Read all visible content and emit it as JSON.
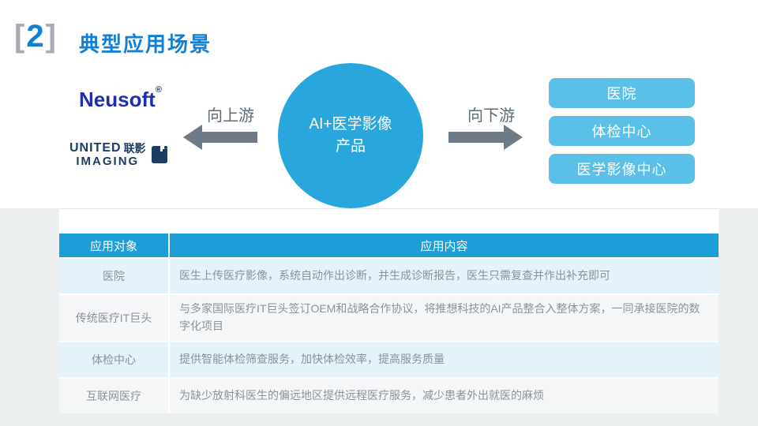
{
  "colors": {
    "title_blue": "#1080D6",
    "bracket_gray": "#A7ADB3",
    "header_blue": "#1D9ED8",
    "circle_blue": "#29A7DC",
    "button_blue": "#5AC0E8",
    "row_blue": "#E4F2FA",
    "row_gray": "#F5F6F8",
    "arrow_gray": "#6E7B87",
    "band_gray": "#EDF0F1",
    "neusoft_blue": "#1C2FAE",
    "united_navy": "#1C3D63",
    "text_gray": "#8A929A"
  },
  "header": {
    "bracket_left": "[",
    "number": "2",
    "bracket_right": "]",
    "title": "典型应用场景"
  },
  "diagram": {
    "circle": {
      "line1": "AI+医学影像",
      "line2": "产品"
    },
    "upstream_label": "向上游",
    "downstream_label": "向下游",
    "logos": {
      "neusoft": {
        "name": "Neusoft",
        "reg": "®"
      },
      "united_imaging": {
        "word1": "UNITED",
        "cn": "联影",
        "word2": "IMAGING"
      }
    },
    "downstream_buttons": [
      "医院",
      "体检中心",
      "医学影像中心"
    ]
  },
  "table": {
    "headers": [
      "应用对象",
      "应用内容"
    ],
    "rows": [
      {
        "target": "医院",
        "content": "医生上传医疗影像，系统自动作出诊断，并生成诊断报告，医生只需复查并作出补充即可"
      },
      {
        "target": "传统医疗IT巨头",
        "content": "与多家国际医疗IT巨头签订OEM和战略合作协议，将推想科技的AI产品整合入整体方案，一同承接医院的数字化项目"
      },
      {
        "target": "体检中心",
        "content": "提供智能体检筛查服务，加快体检效率，提高服务质量"
      },
      {
        "target": "互联网医疗",
        "content": "为缺少放射科医生的偏远地区提供远程医疗服务，减少患者外出就医的麻烦"
      }
    ]
  }
}
